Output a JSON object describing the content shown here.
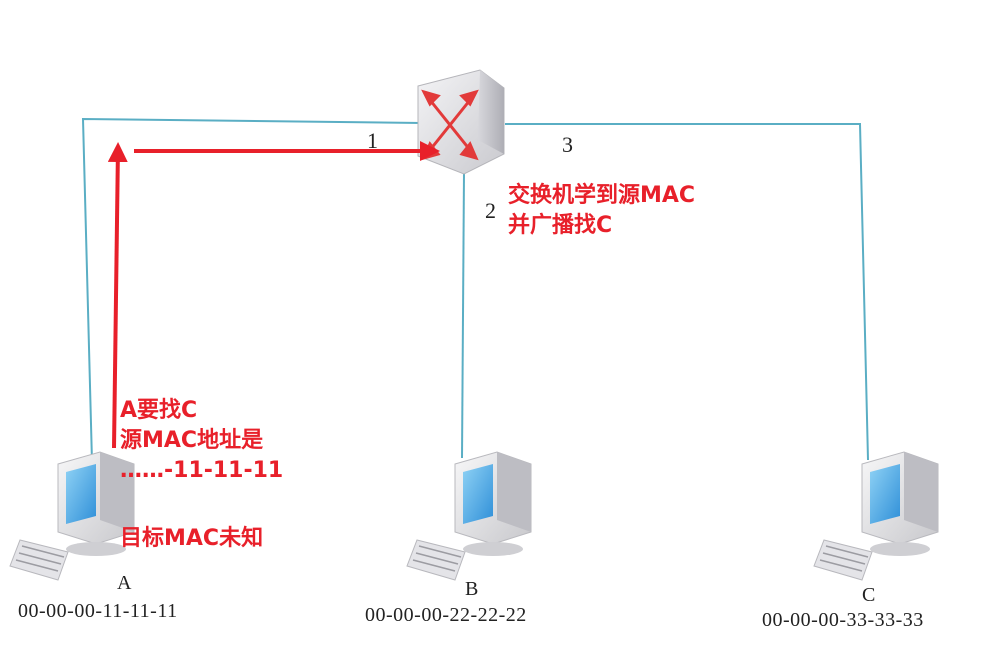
{
  "switch": {
    "ports": [
      "1",
      "2",
      "3"
    ]
  },
  "hosts": [
    {
      "label": "A",
      "mac": "00-00-00-11-11-11"
    },
    {
      "label": "B",
      "mac": "00-00-00-22-22-22"
    },
    {
      "label": "C",
      "mac": "00-00-00-33-33-33"
    }
  ],
  "annotations": {
    "switch_note": [
      "交换机学到源MAC",
      "并广播找C"
    ],
    "host_a_note": [
      "A要找C",
      "源MAC地址是",
      "……-11-11-11"
    ],
    "host_a_target": "目标MAC未知"
  },
  "colors": {
    "link": "#5aaec4",
    "arrow": "#e8202a",
    "note": "#e8202a"
  }
}
